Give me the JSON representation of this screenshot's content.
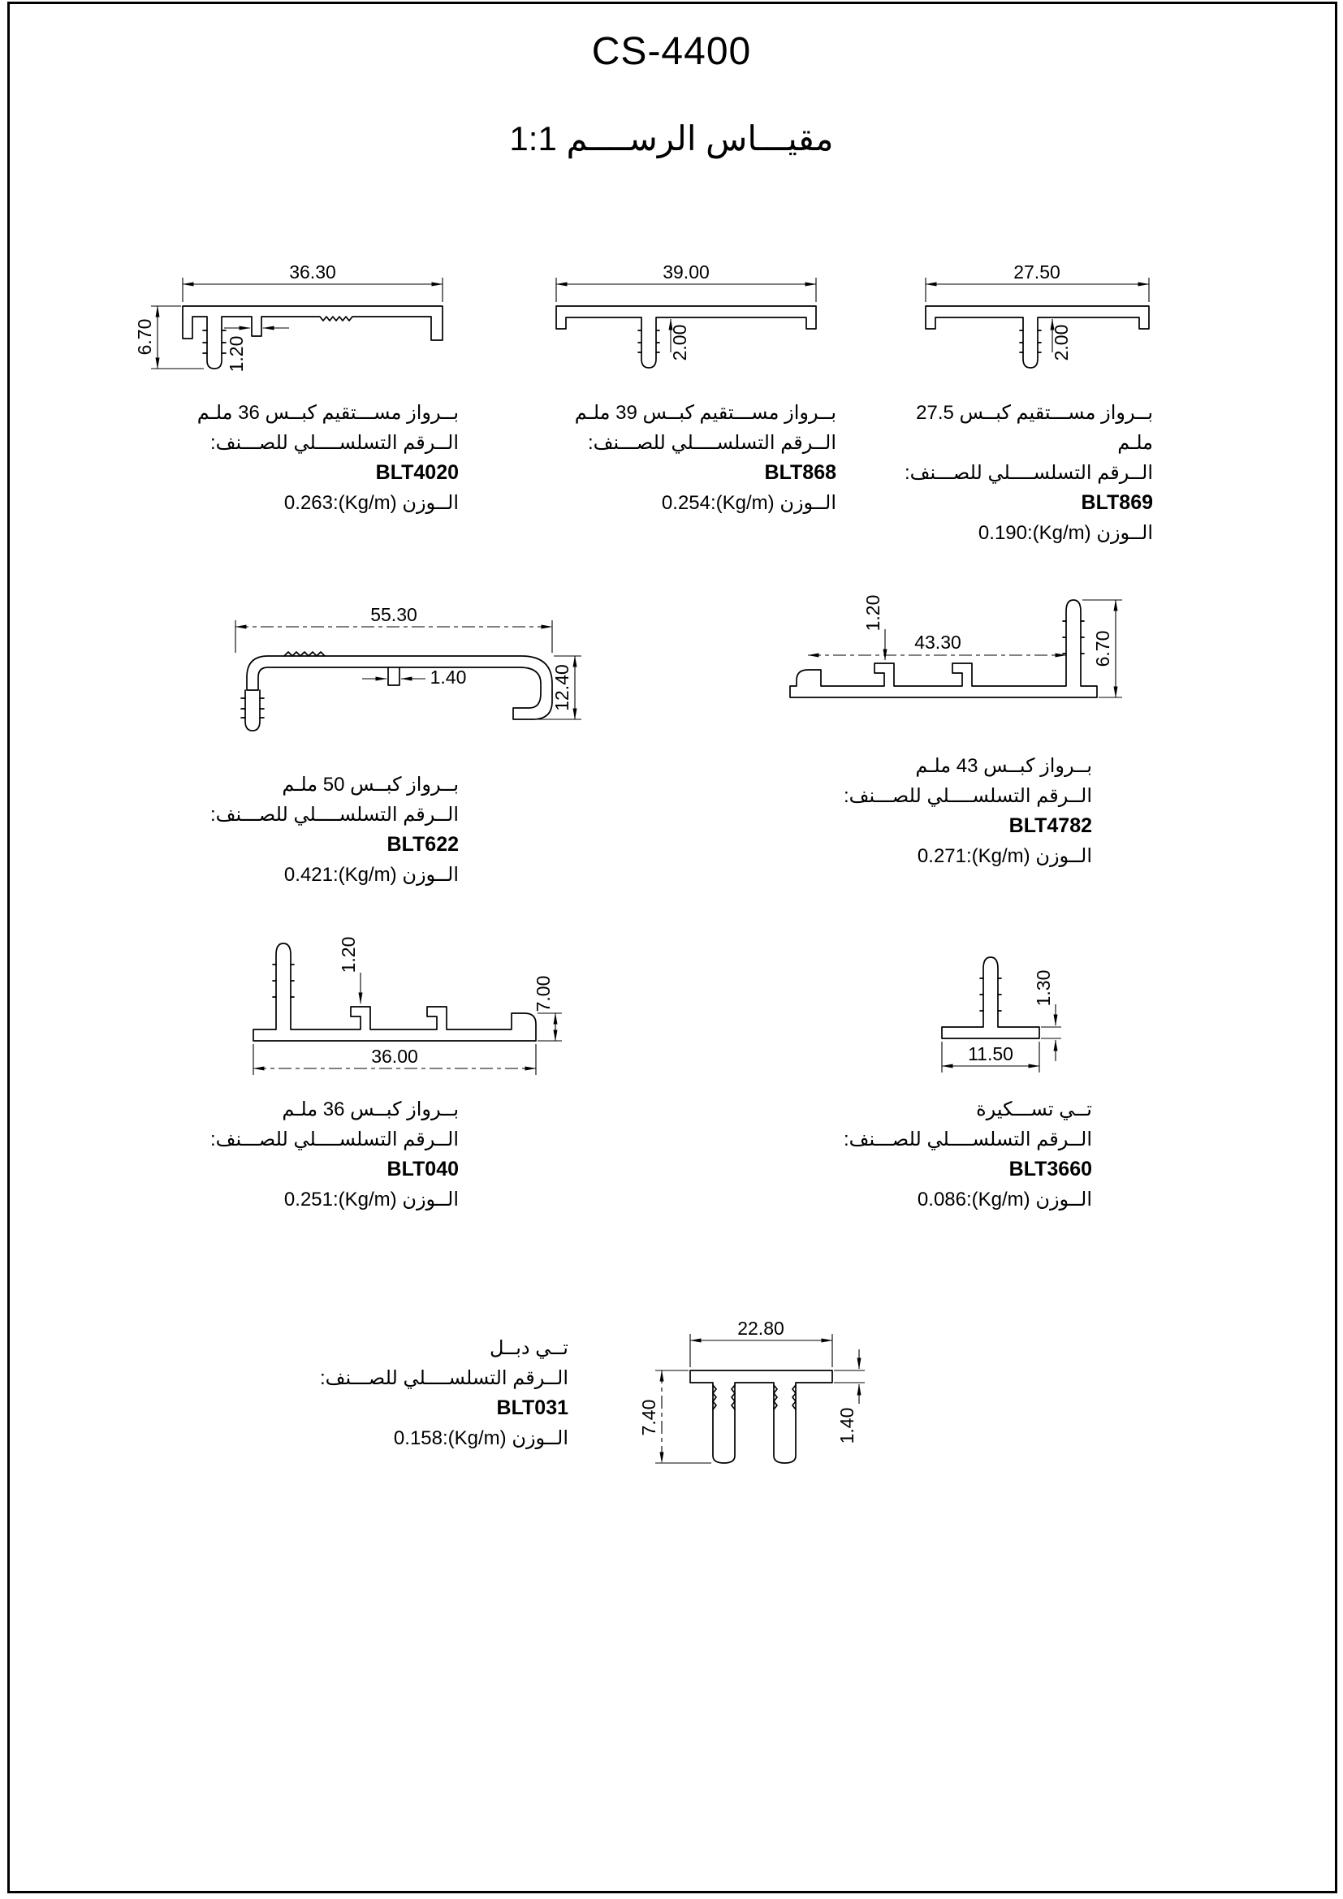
{
  "header": {
    "title": "CS-4400",
    "subtitle": "مقيـــاس الرســــم 1:1"
  },
  "labels": {
    "serial": "الــرقم التسلســــلي للصـــنف:",
    "weight": "الــوزن (Kg/m):"
  },
  "profiles": [
    {
      "code": "BLT4020",
      "desc": "بــرواز مســـتقيم كبــس 36 ملـم",
      "weight": "0.263",
      "dims": {
        "width": "36.30",
        "height": "6.70",
        "thickness": "1.20"
      }
    },
    {
      "code": "BLT868",
      "desc": "بــرواز مســـتقيم كبــس 39 ملـم",
      "weight": "0.254",
      "dims": {
        "width": "39.00",
        "thickness": "2.00"
      }
    },
    {
      "code": "BLT869",
      "desc": "بــرواز مســـتقيم كبــس 27.5 ملـم",
      "weight": "0.190",
      "dims": {
        "width": "27.50",
        "thickness": "2.00"
      }
    },
    {
      "code": "BLT622",
      "desc": "بــرواز كبــس 50 ملـم",
      "weight": "0.421",
      "dims": {
        "width": "55.30",
        "height": "12.40",
        "thickness": "1.40"
      }
    },
    {
      "code": "BLT4782",
      "desc": "بــرواز كبــس 43 ملـم",
      "weight": "0.271",
      "dims": {
        "width": "43.30",
        "height": "6.70",
        "thickness": "1.20"
      }
    },
    {
      "code": "BLT040",
      "desc": "بــرواز كبــس 36 ملـم",
      "weight": "0.251",
      "dims": {
        "width": "36.00",
        "height": "7.00",
        "thickness": "1.20"
      }
    },
    {
      "code": "BLT3660",
      "desc": "تــي تســـكيرة",
      "weight": "0.086",
      "dims": {
        "width": "11.50",
        "thickness": "1.30"
      }
    },
    {
      "code": "BLT031",
      "desc": "تــي دبــل",
      "weight": "0.158",
      "dims": {
        "width": "22.80",
        "height": "7.40",
        "thickness": "1.40"
      }
    }
  ]
}
